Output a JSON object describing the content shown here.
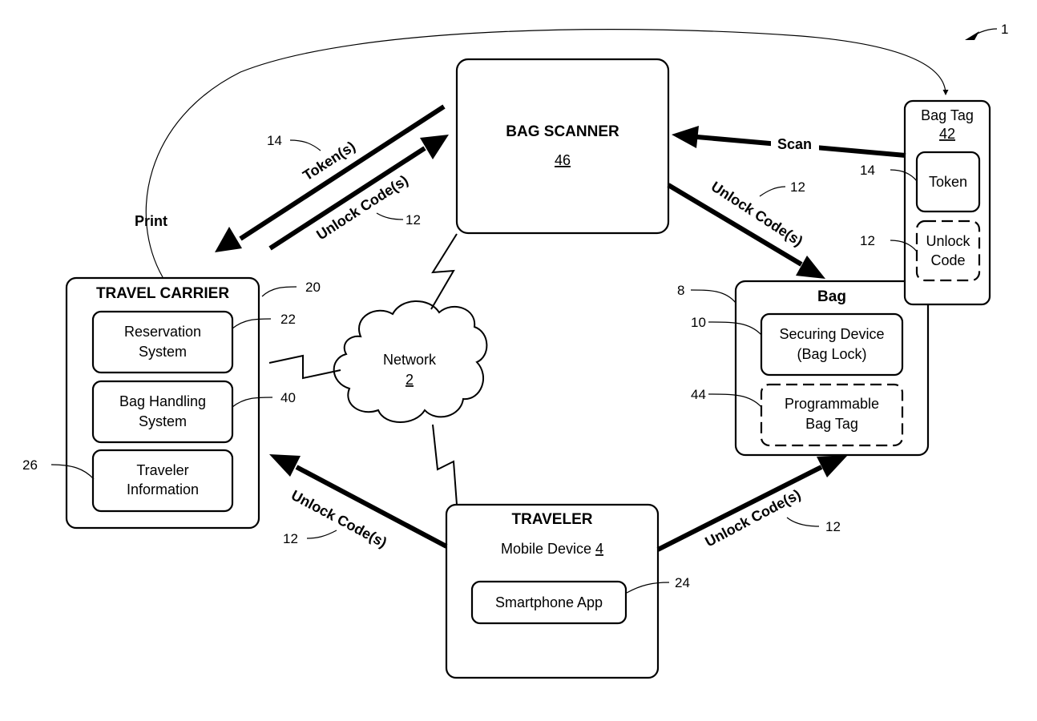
{
  "figure_ref": "1",
  "blocks": {
    "bag_scanner": {
      "title": "BAG SCANNER",
      "num": "46"
    },
    "travel_carrier": {
      "title": "TRAVEL CARRIER",
      "ref": "20",
      "reservation": {
        "line1": "Reservation",
        "line2": "System",
        "ref": "22"
      },
      "bag_handling": {
        "line1": "Bag Handling",
        "line2": "System",
        "ref": "40"
      },
      "traveler_info": {
        "line1": "Traveler",
        "line2": "Information",
        "ref": "26"
      }
    },
    "network": {
      "label": "Network",
      "num": "2"
    },
    "traveler": {
      "title": "TRAVELER",
      "device": "Mobile Device ",
      "device_num": "4",
      "app": "Smartphone App",
      "app_ref": "24"
    },
    "bag": {
      "title": "Bag",
      "ref": "8",
      "securing": {
        "line1": "Securing Device",
        "line2": "(Bag Lock)",
        "ref": "10"
      },
      "prog_tag": {
        "line1": "Programmable",
        "line2": "Bag Tag",
        "ref": "44"
      }
    },
    "bag_tag": {
      "title": "Bag Tag",
      "num": "42",
      "token": "Token",
      "token_ref": "14",
      "unlock_line1": "Unlock",
      "unlock_line2": "Code",
      "unlock_ref": "12"
    }
  },
  "flows": {
    "tokens": {
      "label": "Token(s)",
      "ref": "14"
    },
    "unlock_scanner_in": {
      "label": "Unlock Code(s)",
      "ref": "12"
    },
    "scan": {
      "label": "Scan"
    },
    "unlock_scanner_bag": {
      "label": "Unlock Code(s)",
      "ref": "12"
    },
    "unlock_traveler_carrier": {
      "label": "Unlock Code(s)",
      "ref": "12"
    },
    "unlock_traveler_bag": {
      "label": "Unlock Code(s)",
      "ref": "12"
    },
    "print": {
      "label": "Print"
    }
  }
}
